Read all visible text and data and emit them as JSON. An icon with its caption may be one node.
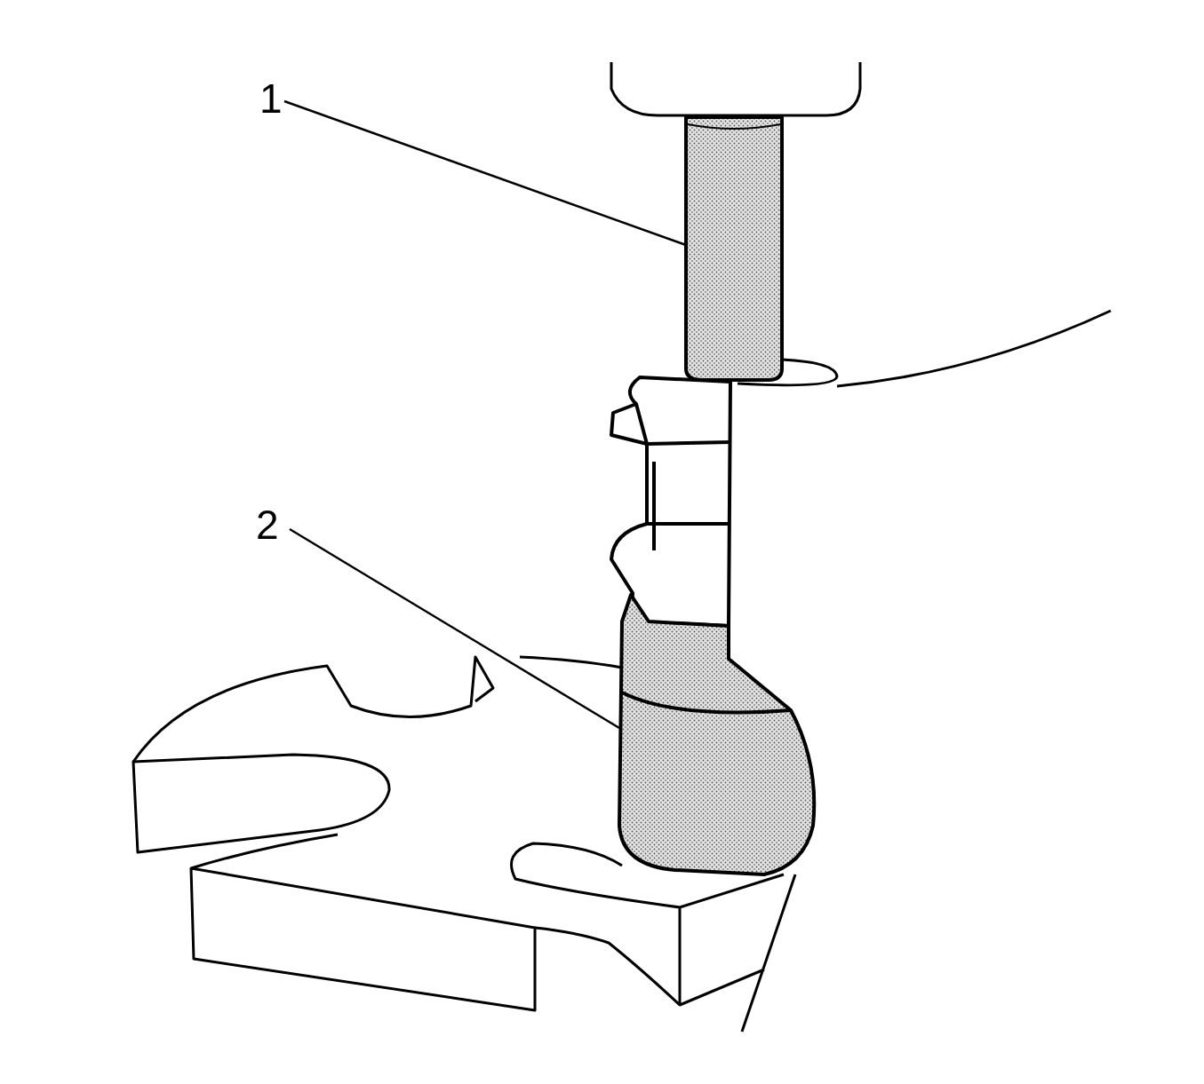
{
  "diagram": {
    "nodes": [
      {
        "text": [
          "1"
        ]
      },
      {
        "text": [],
        "shape": "cylinder"
      },
      {
        "text": [
          "2"
        ]
      },
      {
        "text": [],
        "shape": "picture"
      }
    ],
    "edges": [
      {
        "from": 0,
        "to": 1,
        "arrow": "none"
      },
      {
        "from": 2,
        "to": 3,
        "arrow": "none"
      }
    ]
  }
}
